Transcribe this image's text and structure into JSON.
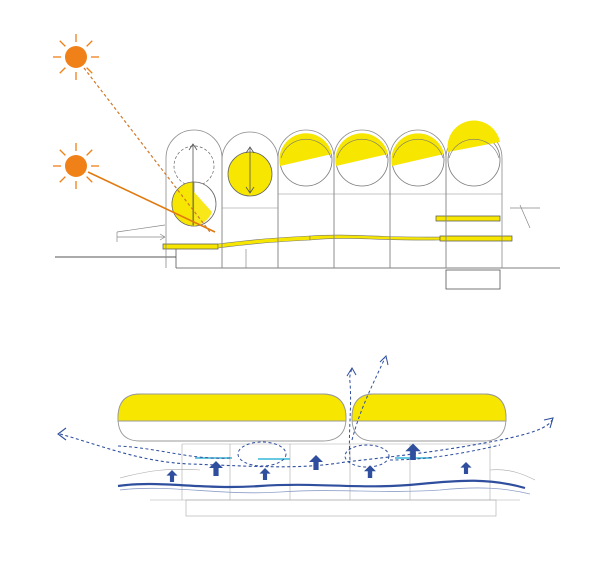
{
  "diagram": {
    "top_section": {
      "vaults": [
        {
          "id": 1,
          "fill": "circle-lower-left",
          "arrow": "up"
        },
        {
          "id": 2,
          "fill": "circle-full",
          "arrow": "updown"
        },
        {
          "id": 3,
          "fill": "upper-cap"
        },
        {
          "id": 4,
          "fill": "upper-cap"
        },
        {
          "id": 5,
          "fill": "upper-cap"
        },
        {
          "id": 6,
          "fill": "upper-cap-small"
        }
      ],
      "suns": [
        {
          "name": "high-sun"
        },
        {
          "name": "low-sun"
        }
      ]
    },
    "bottom_section": {
      "cushions": [
        {
          "name": "left-cushion"
        },
        {
          "name": "right-cushion"
        }
      ],
      "airflow_arrows": 7
    },
    "colors": {
      "yellow": "#f7e600",
      "sun": "#f08018",
      "sun_ray": "#e07a10",
      "line": "#8a8a8a",
      "blue": "#2f4f9e",
      "cyan": "#36b9d8"
    }
  }
}
